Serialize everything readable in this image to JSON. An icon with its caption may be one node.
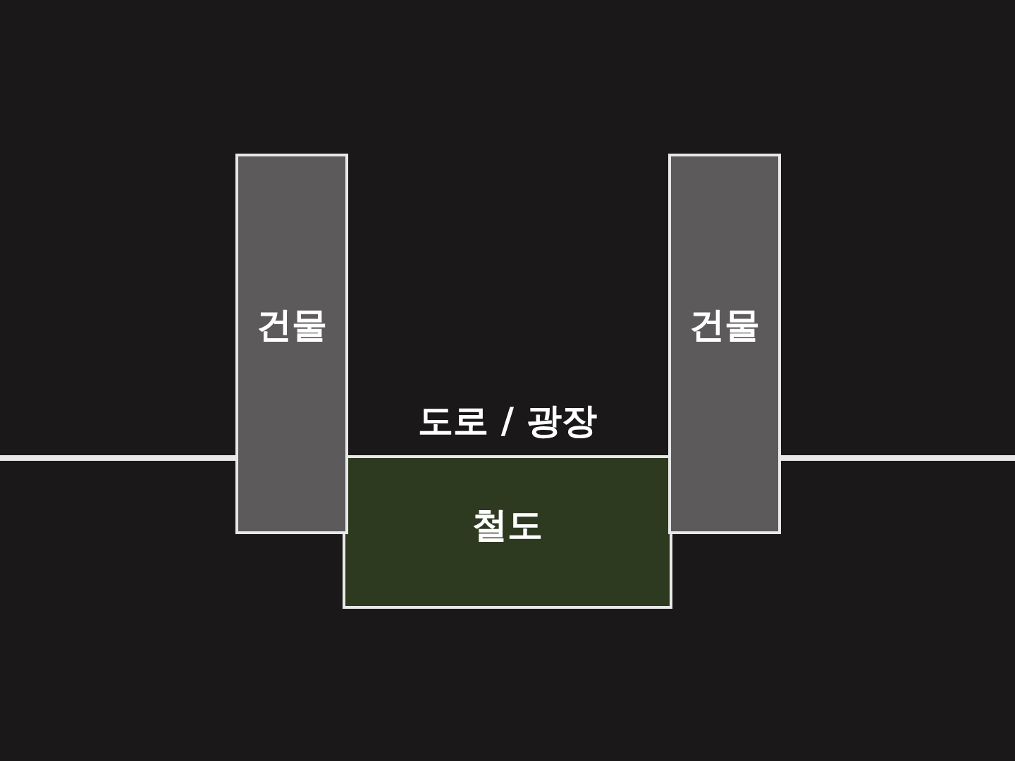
{
  "diagram": {
    "nodes": [
      {
        "text": [
          "건물"
        ]
      },
      {
        "text": [
          "건물"
        ]
      },
      {
        "text": [
          "철도"
        ]
      }
    ],
    "labels": [
      "도로 / 광장"
    ]
  }
}
